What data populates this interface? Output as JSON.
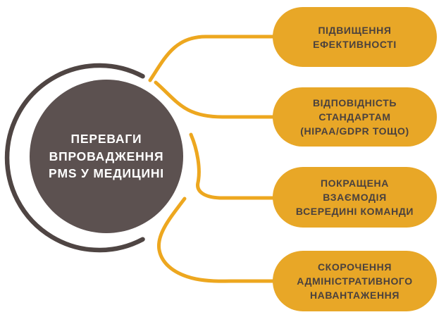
{
  "colors": {
    "bg": "#ffffff",
    "circle_fill": "#5C5150",
    "ring_stroke": "#4F4543",
    "pill_fill": "#E8A727",
    "connector": "#EDA71F",
    "pill_text": "#4A413E",
    "circle_text": "#FFFFFF"
  },
  "center_circle": {
    "lines": [
      "ПЕРЕВАГИ",
      "ВПРОВАДЖЕННЯ",
      "PMS У МЕДИЦИНІ"
    ]
  },
  "benefit_pills": [
    {
      "lines": [
        "ПІДВИЩЕННЯ",
        "ЕФЕКТИВНОСТІ"
      ]
    },
    {
      "lines": [
        "ВІДПОВІДНІСТЬ",
        "СТАНДАРТАМ",
        "(HIPAA/GDPR ТОЩО)"
      ]
    },
    {
      "lines": [
        "ПОКРАЩЕНА",
        "ВЗАЄМОДІЯ",
        "ВСЕРЕДИНІ КОМАНДИ"
      ]
    },
    {
      "lines": [
        "СКОРОЧЕННЯ",
        "АДМІНІСТРАТИВНОГО",
        "НАВАНТАЖЕННЯ"
      ]
    }
  ]
}
